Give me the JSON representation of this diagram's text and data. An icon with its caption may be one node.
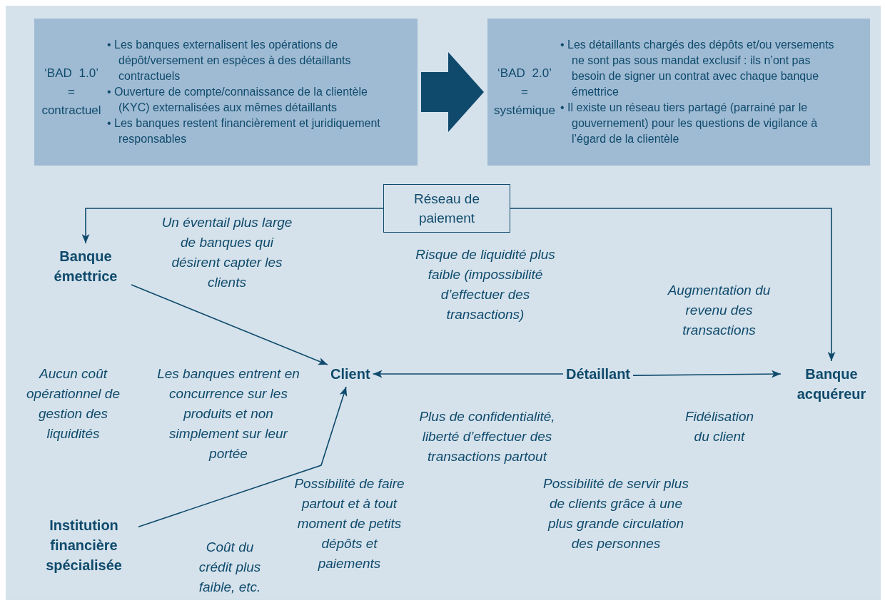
{
  "diagram": {
    "nodes": [
      {
        "text": [
          "‘BAD 1.0’ = contractuel",
          "• Les banques externalisent les opérations de dépôt/versement en espèces à des détaillants contractuels",
          "• Ouverture de compte/connaissance de la clientèle (KYC) externalisées aux mêmes détaillants",
          "• Les banques restent financièrement et juridiquement responsables"
        ]
      },
      {
        "text": [
          "‘BAD 2.0’ = systémique",
          "• Les détaillants chargés des dépôts et/ou versements ne sont pas sous mandat exclusif : ils n’ont pas besoin de signer un contrat avec chaque banque émettrice",
          "• Il existe un réseau tiers partagé (parrainé par le gouvernement) pour les questions de vigilance à l’égard de la clientèle"
        ]
      },
      {
        "text": [
          "Réseau de paiement"
        ]
      },
      {
        "text": [
          "Banque émettrice"
        ]
      },
      {
        "text": [
          "Client"
        ]
      },
      {
        "text": [
          "Détaillant"
        ]
      },
      {
        "text": [
          "Banque acquéreur"
        ]
      },
      {
        "text": [
          "Institution financière spécialisée"
        ]
      }
    ],
    "edges": [
      {
        "from": 0,
        "to": 1,
        "arrow": "to",
        "style": "thick"
      },
      {
        "from": 2,
        "to": 3,
        "arrow": "to"
      },
      {
        "from": 2,
        "to": 6,
        "arrow": "to"
      },
      {
        "from": 3,
        "to": 4,
        "arrow": "to"
      },
      {
        "from": 5,
        "to": 4,
        "arrow": "to"
      },
      {
        "from": 5,
        "to": 6,
        "arrow": "to"
      },
      {
        "from": 7,
        "to": 4,
        "arrow": "to"
      }
    ],
    "labels": [
      "Un éventail plus large de banques qui désirent capter les clients",
      "Risque de liquidité plus faible (impossibilité d’effectuer des transactions)",
      "Augmentation du revenu des transactions",
      "Aucun coût opérationnel de gestion des liquidités",
      "Les banques entrent en concurrence sur les produits et non simplement sur leur portée",
      "Plus de confidentialité, liberté d’effectuer des transactions partout",
      "Fidélisation du client",
      "Possibilité de faire partout et à tout moment de petits dépôts et paiements",
      "Possibilité de servir plus de clients grâce à une plus grande circulation des personnes",
      "Coût du crédit plus faible, etc."
    ]
  }
}
